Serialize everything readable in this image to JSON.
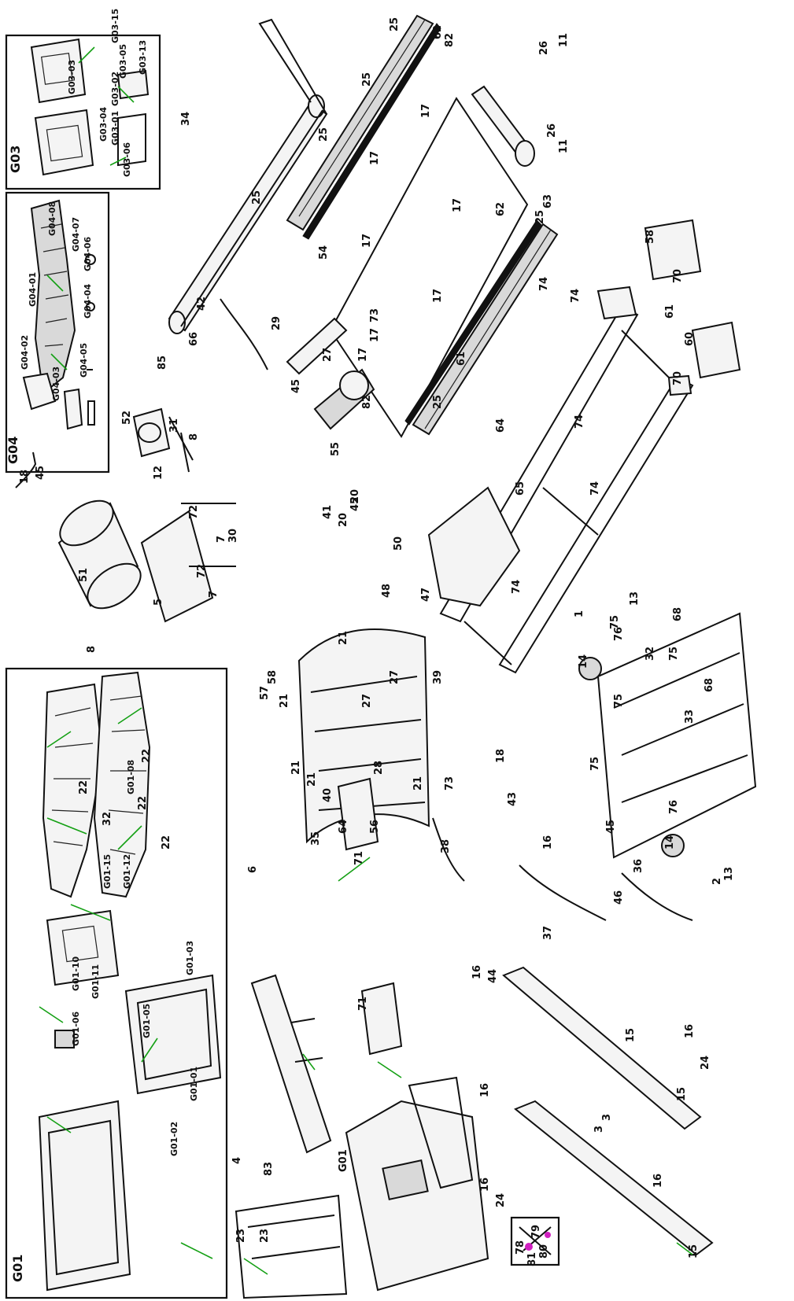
{
  "diagram": {
    "title": "",
    "kind": "exploded parts diagram (treadmill)",
    "colors": {
      "line": "#111111",
      "leader": "#14a014",
      "marker": "#d020c0"
    },
    "boxes": [
      {
        "id": "g04",
        "label": "G04"
      },
      {
        "id": "g03",
        "label": "G03"
      },
      {
        "id": "g01",
        "label": "G01"
      },
      {
        "id": "detail",
        "label": ""
      }
    ],
    "part_labels": [
      "1",
      "2",
      "3",
      "3",
      "4",
      "5",
      "6",
      "7",
      "7",
      "8",
      "8",
      "11",
      "11",
      "12",
      "13",
      "13",
      "14",
      "14",
      "15",
      "15",
      "15",
      "16",
      "16",
      "16",
      "16",
      "16",
      "16",
      "17",
      "17",
      "17",
      "17",
      "17",
      "17",
      "17",
      "18",
      "18",
      "20",
      "20",
      "21",
      "21",
      "21",
      "21",
      "21",
      "22",
      "22",
      "22",
      "22",
      "23",
      "23",
      "24",
      "24",
      "25",
      "25",
      "25",
      "25",
      "25",
      "25",
      "26",
      "26",
      "27",
      "27",
      "27",
      "28",
      "29",
      "30",
      "31",
      "32",
      "32",
      "33",
      "34",
      "35",
      "36",
      "37",
      "38",
      "39",
      "40",
      "41",
      "42",
      "43",
      "44",
      "45",
      "45",
      "45",
      "45",
      "46",
      "47",
      "48",
      "50",
      "51",
      "52",
      "54",
      "55",
      "56",
      "57",
      "58",
      "58",
      "60",
      "61",
      "61",
      "62",
      "62",
      "63",
      "64",
      "64",
      "65",
      "66",
      "68",
      "68",
      "70",
      "70",
      "71",
      "71",
      "72",
      "72",
      "73",
      "73",
      "74",
      "74",
      "74",
      "74",
      "74",
      "75",
      "75",
      "75",
      "75",
      "76",
      "76",
      "78",
      "79",
      "80",
      "81",
      "82",
      "82",
      "83",
      "85",
      "G01",
      "G01-01",
      "G01-02",
      "G01-03",
      "G01-05",
      "G01-06",
      "G01-08",
      "G01-10",
      "G01-11",
      "G01-12",
      "G01-15",
      "G03-01",
      "G03-02",
      "G03-03",
      "G03-04",
      "G03-05",
      "G03-06",
      "G03-13",
      "G03-15",
      "G04-01",
      "G04-02",
      "G04-03",
      "G04-04",
      "G04-05",
      "G04-06",
      "G04-07",
      "G04-08"
    ]
  }
}
